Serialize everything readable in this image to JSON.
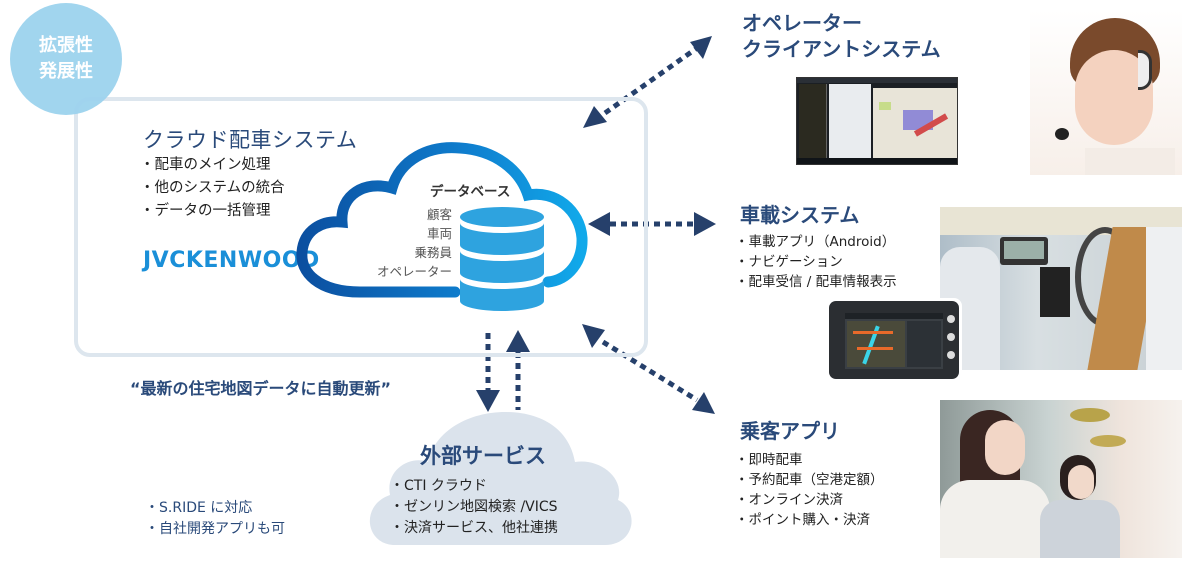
{
  "badge": {
    "line1": "拡張性",
    "line2": "発展性"
  },
  "cloud_system": {
    "title": "クラウド配車システム",
    "bullets": [
      "配車のメイン処理",
      "他のシステムの統合",
      "データの一括管理"
    ],
    "logo": "JVCKENWOOD",
    "database": {
      "title": "データベース",
      "items": [
        "顧客",
        "車両",
        "乗務員",
        "オペレーター"
      ]
    }
  },
  "map_update_note": "“最新の住宅地図データに自動更新”",
  "external_services": {
    "title": "外部サービス",
    "bullets": [
      "CTI クラウド",
      "ゼンリン地図検索 /VICS",
      "決済サービス、他社連携"
    ]
  },
  "app_notes": [
    "S.RIDE に対応",
    "自社開発アプリも可"
  ],
  "operator_client": {
    "title_line1": "オペレーター",
    "title_line2": "クライアントシステム",
    "screenshot": "operator-client-screen",
    "photo": "operator-headset-photo"
  },
  "vehicle_system": {
    "title": "車載システム",
    "bullets": [
      "車載アプリ（Android）",
      "ナビゲーション",
      "配車受信 / 配車情報表示"
    ],
    "device": "in-car-tablet",
    "photo": "taxi-interior-photo"
  },
  "passenger_app": {
    "title": "乗客アプリ",
    "bullets": [
      "即時配車",
      "予約配車（空港定額）",
      "オンライン決済",
      "ポイント購入・決済"
    ],
    "photo": "passengers-smartphone-photo"
  },
  "colors": {
    "navy": "#2a4a7a",
    "arrow": "#26406b",
    "cloud_blue": "#0b5fb0",
    "cloud_light": "#11a3e6",
    "db_blue": "#2ea3df",
    "badge": "#9dd3ee",
    "frame": "#dde6ee",
    "ext_cloud": "#dbe3ec"
  }
}
